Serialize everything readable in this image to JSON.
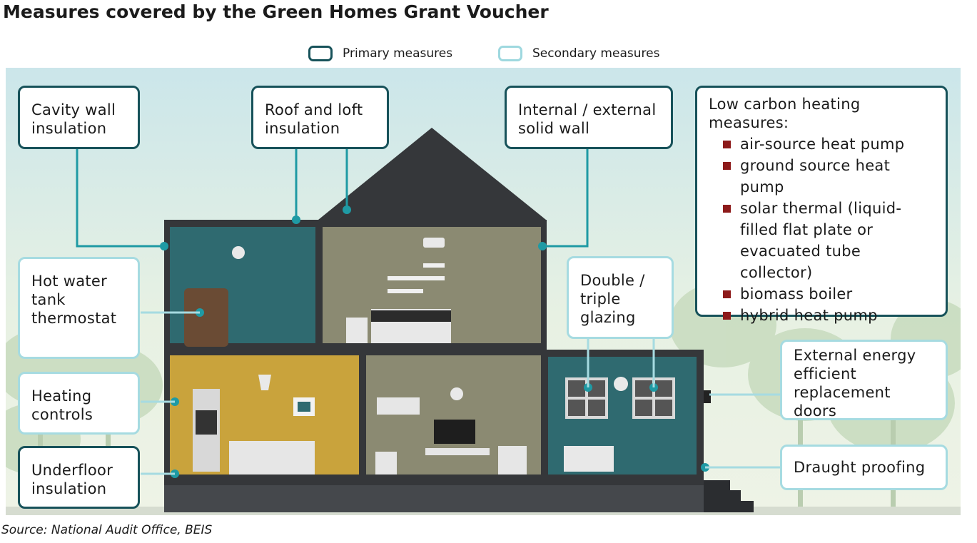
{
  "title": "Measures covered by the Green Homes Grant Voucher",
  "legend": {
    "primary": "Primary measures",
    "secondary": "Secondary measures"
  },
  "colors": {
    "primary_border": "#17525a",
    "secondary_border": "#a6dbe1",
    "connector": "#1f9aa4",
    "bullet": "#8d1a1a",
    "house_dark": "#35373a",
    "room_teal": "#2f6a70",
    "room_olive": "#8b8a72",
    "room_yellow": "#c9a33c"
  },
  "labels": {
    "cavity_wall": "Cavity wall\ninsulation",
    "roof_loft": "Roof and loft\ninsulation",
    "solid_wall": "Internal / external\nsolid wall",
    "hot_water": "Hot water\ntank\nthermostat",
    "heating_controls": "Heating\ncontrols",
    "underfloor": "Underfloor\ninsulation",
    "glazing": "Double /\ntriple\nglazing",
    "doors": "External energy\nefficient\nreplacement\ndoors",
    "draught": "Draught proofing"
  },
  "low_carbon": {
    "heading": "Low carbon heating\nmeasures:",
    "items": [
      "air-source heat pump",
      "ground source heat\npump",
      "solar thermal (liquid-\nfilled flat plate or\nevacuated tube collector)",
      "biomass boiler",
      "hybrid heat pump"
    ]
  },
  "source": "Source: National Audit Office, BEIS"
}
